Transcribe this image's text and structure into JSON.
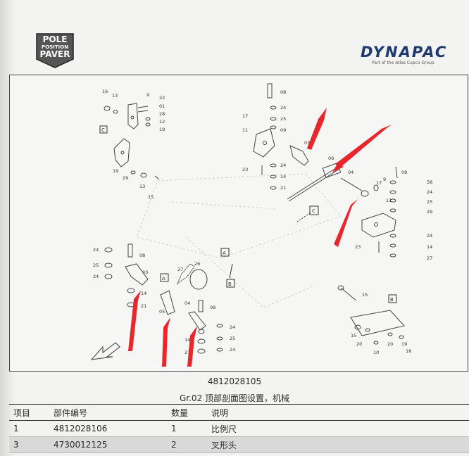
{
  "header": {
    "brand_name": "DYNAPAC",
    "brand_tagline": "Part of the Atlas Copco Group",
    "logo_lines": [
      "POLE",
      "POSITION",
      "PAVER"
    ]
  },
  "diagram": {
    "part_numbers": {
      "p16": "16",
      "p13": "13",
      "p9": "9",
      "p22": "22",
      "p01": "01",
      "p28": "28",
      "p12": "12",
      "p19": "19",
      "p19b": "19",
      "p29": "29",
      "p13b": "13",
      "p15": "15",
      "p08": "08",
      "p24": "24",
      "p17": "17",
      "p25": "25",
      "p11": "11",
      "p09": "09",
      "p03": "03",
      "p06": "06",
      "p23": "23",
      "p24b": "24",
      "p14": "14",
      "p21": "21",
      "p04": "04",
      "p58": "58",
      "p17b": "17",
      "p9b": "9",
      "p08b": "08",
      "p24c": "24",
      "p11b": "11",
      "p25b": "25",
      "p29b": "29",
      "p24d": "24",
      "p23b": "23",
      "p14b": "14",
      "p27": "27",
      "p24e": "24",
      "p08c": "08",
      "p25c": "25",
      "p24f": "24",
      "p03b": "03",
      "p14c": "14",
      "p21b": "21",
      "p27b": "27",
      "p26": "26",
      "p04b": "04",
      "p08d": "08",
      "p24g": "24",
      "p14d": "14",
      "p25d": "25",
      "p21c": "21",
      "p24h": "24",
      "p05": "05",
      "p15b": "15",
      "p15c": "15",
      "p20": "20",
      "p10": "10",
      "p20b": "20",
      "p19c": "19",
      "p18": "18"
    },
    "section_labels": {
      "c1": "C",
      "c2": "C",
      "a1": "A",
      "a2": "A",
      "b1": "B",
      "b2": "B"
    }
  },
  "document": {
    "code": "4812028105",
    "subtitle": "Gr.02 顶部剖面图设置，机械"
  },
  "table": {
    "headers": [
      "项目",
      "部件编号",
      "数量",
      "说明"
    ],
    "rows": [
      [
        "1",
        "4812028106",
        "1",
        "比例尺"
      ],
      [
        "3",
        "4730012125",
        "2",
        "叉形头"
      ]
    ]
  },
  "colors": {
    "arrow": "#e8262c",
    "brand": "#1e3a70"
  }
}
